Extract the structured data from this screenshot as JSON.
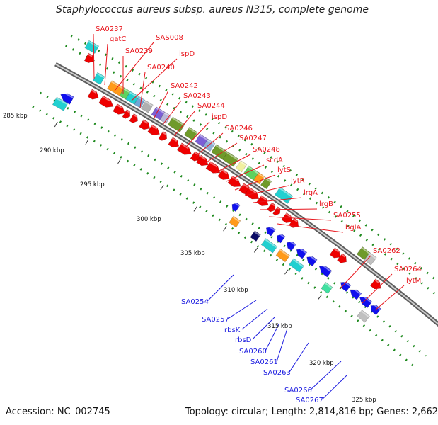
{
  "title": "Staphylococcus aureus subsp. aureus N315, complete genome",
  "footer": {
    "accession": "Accession: NC_002745",
    "topology": "Topology: circular; Length: 2,814,816 bp; Genes: 2,662"
  },
  "colors": {
    "forward_label": "#e8141b",
    "reverse_label": "#1c1ce0",
    "backbone": "#8c8c8c",
    "tick": "#1f8a1f"
  },
  "kbp_ticks": [
    "285 kbp",
    "290 kbp",
    "295 kbp",
    "300 kbp",
    "305 kbp",
    "310 kbp",
    "315 kbp",
    "320 kbp",
    "325 kbp"
  ],
  "forward_labels": [
    "SA0237",
    "gatC",
    "SAS008",
    "SA0239",
    "ispD",
    "SA0240",
    "SA0242",
    "SA0243",
    "SA0244",
    "ispD",
    "SA0246",
    "SA0247",
    "SA0248",
    "scdA",
    "lytS",
    "lytR",
    "lrgA",
    "lrgB",
    "SA0255",
    "bglA",
    "SA0262",
    "SA0264",
    "lytM"
  ],
  "reverse_labels": [
    "SA0254",
    "SA0257",
    "rbsK",
    "rbsD",
    "SA0260",
    "SA0261",
    "SA0263",
    "SA0266",
    "SA0267"
  ]
}
